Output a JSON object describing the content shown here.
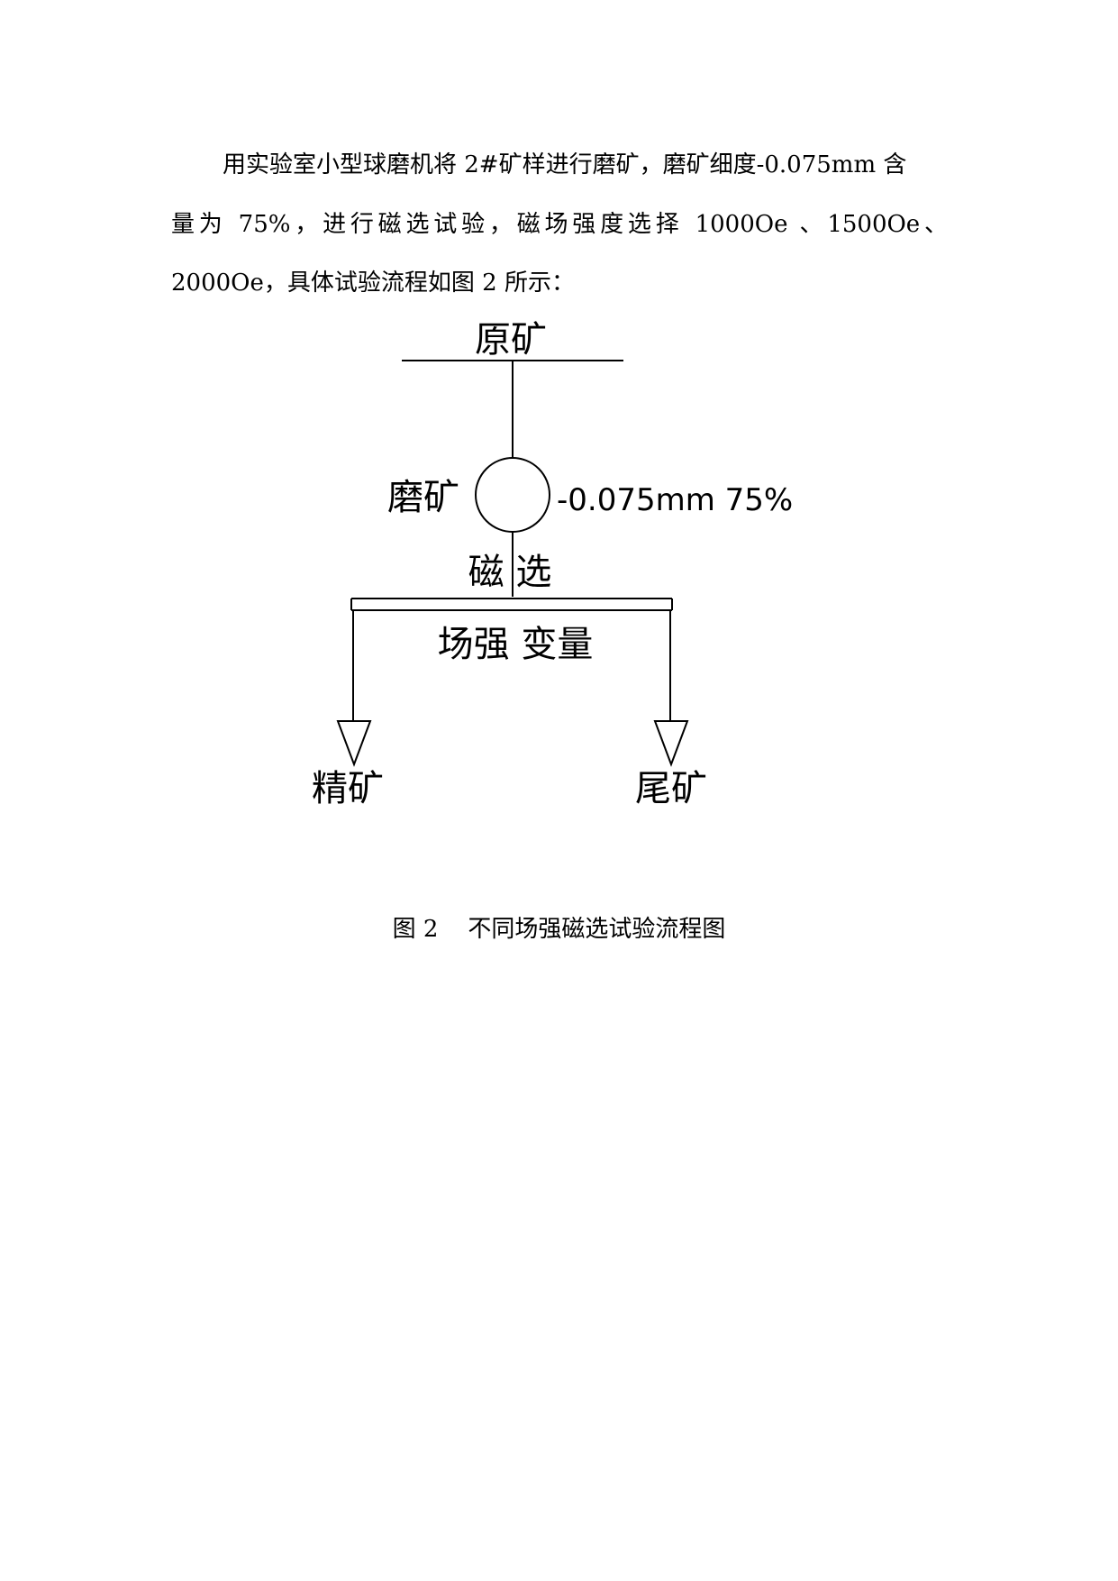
{
  "paragraph": {
    "line1": "用实验室小型球磨机将 2#矿样进行磨矿，磨矿细度-0.075mm 含",
    "line2": "量为 75%，进行磁选试验，磁场强度选择 1000Oe 、1500Oe、",
    "line3": "2000Oe，具体试验流程如图 2 所示："
  },
  "flowchart": {
    "raw_ore": "原矿",
    "grinding": "磨矿",
    "fineness": "-0.075mm 75%",
    "magnetic_sep": "磁 选",
    "variable": "场强 变量",
    "concentrate": "精矿",
    "tailings": "尾矿"
  },
  "caption": "图 2    不同场强磁选试验流程图"
}
